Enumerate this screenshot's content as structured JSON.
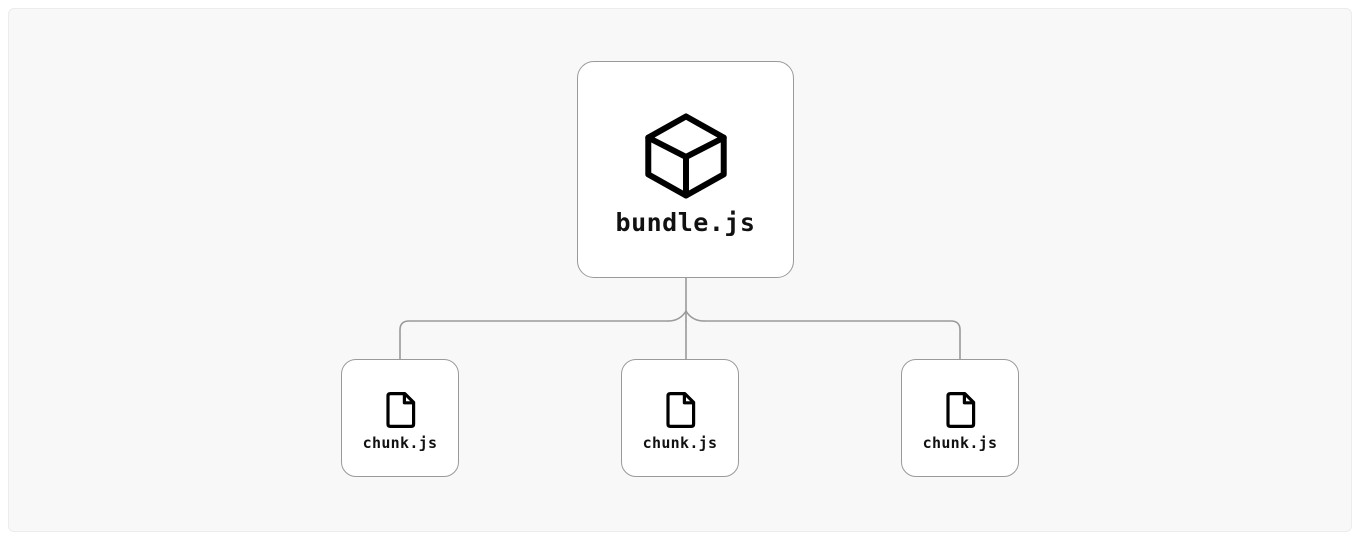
{
  "canvas": {
    "background_color": "#f8f8f8",
    "border_color": "#ececec",
    "page_background": "#ffffff"
  },
  "diagram": {
    "type": "tree",
    "edge_color": "#9a9a9a",
    "node_border_color": "#9a9a9a",
    "node_fill_color": "#ffffff",
    "icon_color": "#000000",
    "root": {
      "id": "bundle",
      "label": "bundle.js",
      "icon": "cube-icon"
    },
    "children": [
      {
        "id": "chunk-1",
        "label": "chunk.js",
        "icon": "file-icon"
      },
      {
        "id": "chunk-2",
        "label": "chunk.js",
        "icon": "file-icon"
      },
      {
        "id": "chunk-3",
        "label": "chunk.js",
        "icon": "file-icon"
      }
    ]
  }
}
